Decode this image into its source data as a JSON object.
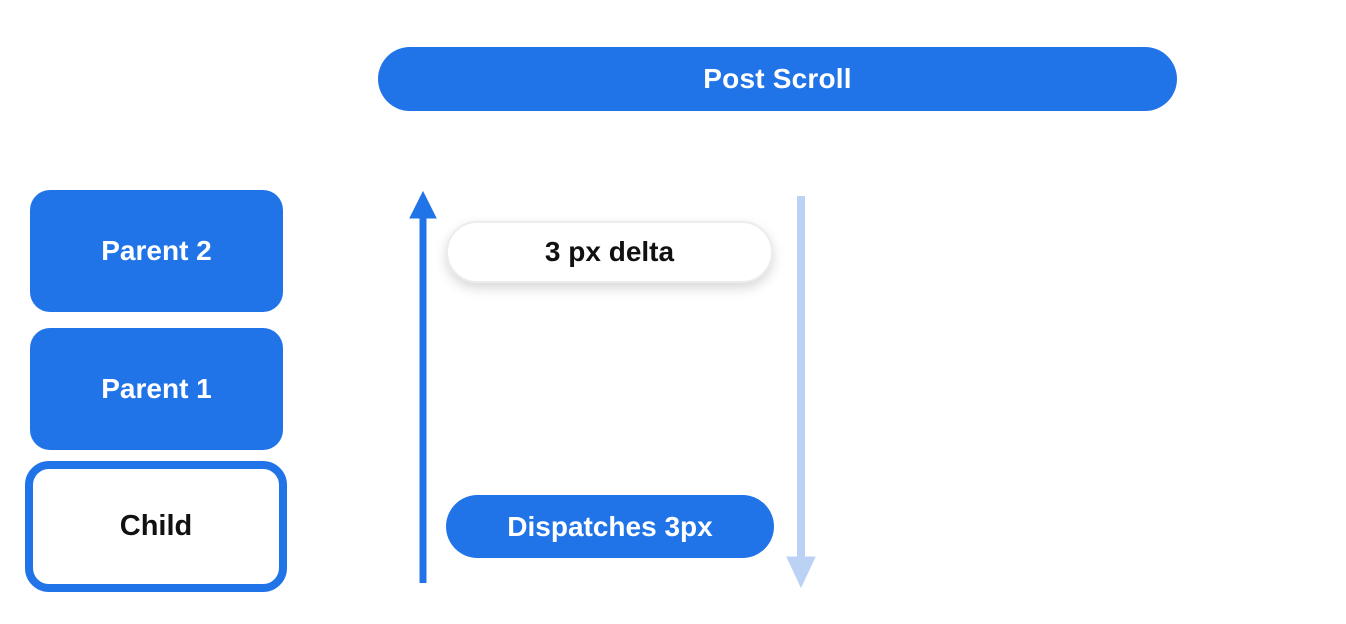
{
  "diagram": {
    "title": "Post Scroll",
    "nodes": {
      "parent2": "Parent 2",
      "parent1": "Parent 1",
      "child": "Child"
    },
    "labels": {
      "delta": "3 px delta",
      "dispatch": "Dispatches 3px"
    },
    "arrows": {
      "up": "up-arrow",
      "down": "down-arrow"
    },
    "colors": {
      "primary_blue": "#2174e8",
      "light_blue": "#bcd2f5",
      "pill_border": "#ececec",
      "text_dark": "#111111",
      "text_light": "#ffffff"
    }
  }
}
